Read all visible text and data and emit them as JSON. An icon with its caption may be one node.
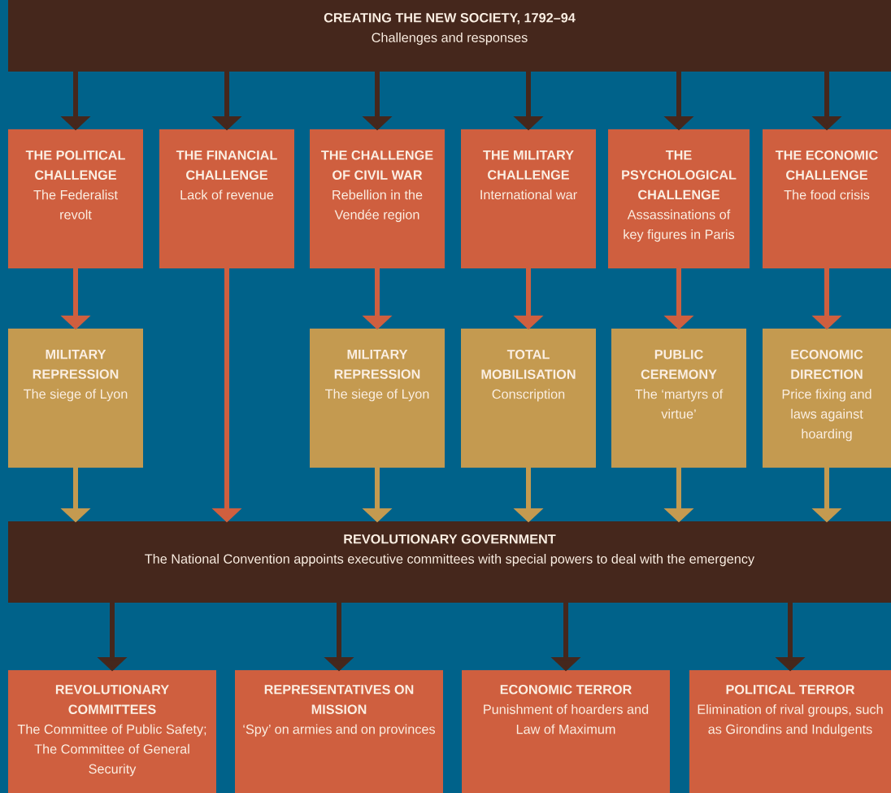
{
  "diagram": {
    "nodes": [
      {
        "text": [
          "CREATING THE NEW SOCIETY, 1792–94",
          "Challenges and responses"
        ]
      },
      {
        "text": [
          "THE POLITICAL CHALLENGE",
          "The Federalist revolt"
        ]
      },
      {
        "text": [
          "THE FINANCIAL CHALLENGE",
          "Lack of revenue"
        ]
      },
      {
        "text": [
          "THE CHALLENGE OF CIVIL WAR",
          "Rebellion in the Vendée region"
        ]
      },
      {
        "text": [
          "THE MILITARY CHALLENGE",
          "International war"
        ]
      },
      {
        "text": [
          "THE PSYCHOLOGICAL CHALLENGE",
          "Assassinations of key figures in Paris"
        ]
      },
      {
        "text": [
          "THE ECONOMIC CHALLENGE",
          "The food crisis"
        ]
      },
      {
        "text": [
          "MILITARY REPRESSION",
          "The siege of Lyon"
        ]
      },
      {
        "text": [
          "MILITARY REPRESSION",
          "The siege of Lyon"
        ]
      },
      {
        "text": [
          "TOTAL MOBILISATION",
          "Conscription"
        ]
      },
      {
        "text": [
          "PUBLIC CEREMONY",
          "The ‘martyrs of virtue’"
        ]
      },
      {
        "text": [
          "ECONOMIC DIRECTION",
          "Price fixing and laws against hoarding"
        ]
      },
      {
        "text": [
          "REVOLUTIONARY GOVERNMENT",
          "The National Convention appoints executive committees with special powers to deal with the emergency"
        ]
      },
      {
        "text": [
          "REVOLUTIONARY COMMITTEES",
          "The Committee of Public Safety; The Committee of General Security"
        ]
      },
      {
        "text": [
          "REPRESENTATIVES ON MISSION",
          "‘Spy’ on armies and on provinces"
        ]
      },
      {
        "text": [
          "ECONOMIC TERROR",
          "Punishment of hoarders and Law of Maximum"
        ]
      },
      {
        "text": [
          "POLITICAL TERROR",
          "Elimination of rival groups, such as Girondins and Indulgents"
        ]
      }
    ],
    "edges": [
      {
        "from": 0,
        "to": 1,
        "arrow": "to"
      },
      {
        "from": 0,
        "to": 2,
        "arrow": "to"
      },
      {
        "from": 0,
        "to": 3,
        "arrow": "to"
      },
      {
        "from": 0,
        "to": 4,
        "arrow": "to"
      },
      {
        "from": 0,
        "to": 5,
        "arrow": "to"
      },
      {
        "from": 0,
        "to": 6,
        "arrow": "to"
      },
      {
        "from": 1,
        "to": 7,
        "arrow": "to",
        "color": "#cf5f3f"
      },
      {
        "from": 3,
        "to": 8,
        "arrow": "to",
        "color": "#cf5f3f"
      },
      {
        "from": 4,
        "to": 9,
        "arrow": "to",
        "color": "#cf5f3f"
      },
      {
        "from": 5,
        "to": 10,
        "arrow": "to",
        "color": "#cf5f3f"
      },
      {
        "from": 6,
        "to": 11,
        "arrow": "to",
        "color": "#cf5f3f"
      },
      {
        "from": 2,
        "to": 12,
        "arrow": "to",
        "color": "#cf5f3f"
      },
      {
        "from": 7,
        "to": 12,
        "arrow": "to",
        "color": "#c49a50"
      },
      {
        "from": 8,
        "to": 12,
        "arrow": "to",
        "color": "#c49a50"
      },
      {
        "from": 9,
        "to": 12,
        "arrow": "to",
        "color": "#c49a50"
      },
      {
        "from": 10,
        "to": 12,
        "arrow": "to",
        "color": "#c49a50"
      },
      {
        "from": 11,
        "to": 12,
        "arrow": "to",
        "color": "#c49a50"
      },
      {
        "from": 12,
        "to": 13,
        "arrow": "to"
      },
      {
        "from": 12,
        "to": 14,
        "arrow": "to"
      },
      {
        "from": 12,
        "to": 15,
        "arrow": "to"
      },
      {
        "from": 12,
        "to": 16,
        "arrow": "to"
      }
    ]
  }
}
